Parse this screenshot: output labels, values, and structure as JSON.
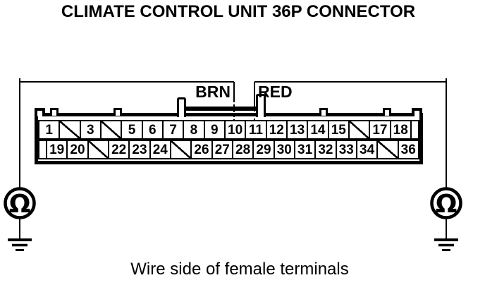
{
  "title": "CLIMATE CONTROL UNIT 36P CONNECTOR",
  "caption": "Wire side of female terminals",
  "meter_symbol": "Ω",
  "wires": [
    {
      "color_code": "BRN",
      "pin": "10"
    },
    {
      "color_code": "RED",
      "pin": "11"
    }
  ],
  "connector": {
    "pin_count": "36P",
    "unused_cell_marker": "/",
    "rows": [
      [
        "1",
        "/",
        "3",
        "/",
        "5",
        "6",
        "7",
        "8",
        "9",
        "10",
        "11",
        "12",
        "13",
        "14",
        "15",
        "/",
        "17",
        "18"
      ],
      [
        "19",
        "20",
        "/",
        "22",
        "23",
        "24",
        "/",
        "26",
        "27",
        "28",
        "29",
        "30",
        "31",
        "32",
        "33",
        "34",
        "/",
        "36"
      ]
    ]
  },
  "colors": {
    "ink": "#000000",
    "background": "#ffffff"
  }
}
